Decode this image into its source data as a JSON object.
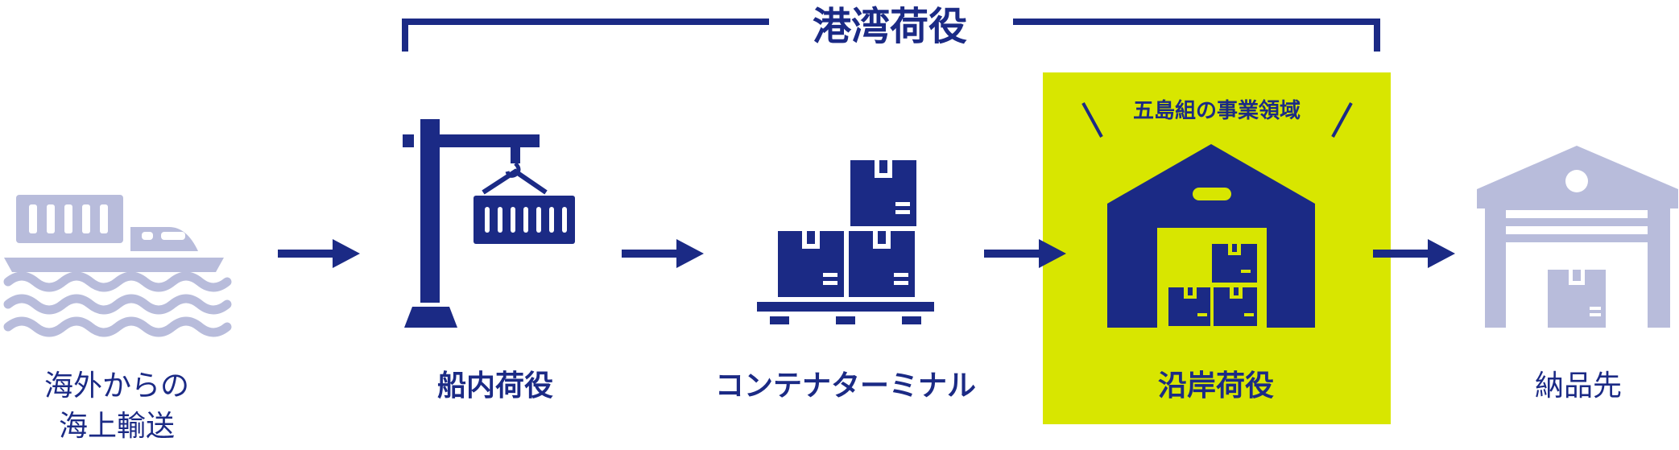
{
  "header": {
    "title": "港湾荷役"
  },
  "business_area": {
    "caption": "五島組の事業領域"
  },
  "steps": [
    {
      "line1": "海外からの",
      "line2": "海上輸送"
    },
    {
      "line1": "船内荷役"
    },
    {
      "line1": "コンテナターミナル"
    },
    {
      "line1": "沿岸荷役"
    },
    {
      "line1": "納品先"
    }
  ],
  "colors": {
    "navy": "#1b2a85",
    "muted": "#b8bcdb",
    "highlight": "#d8e600"
  },
  "icons": [
    "ship-icon",
    "crane-icon",
    "pallet-boxes-icon",
    "warehouse-icon",
    "delivery-warehouse-icon"
  ]
}
